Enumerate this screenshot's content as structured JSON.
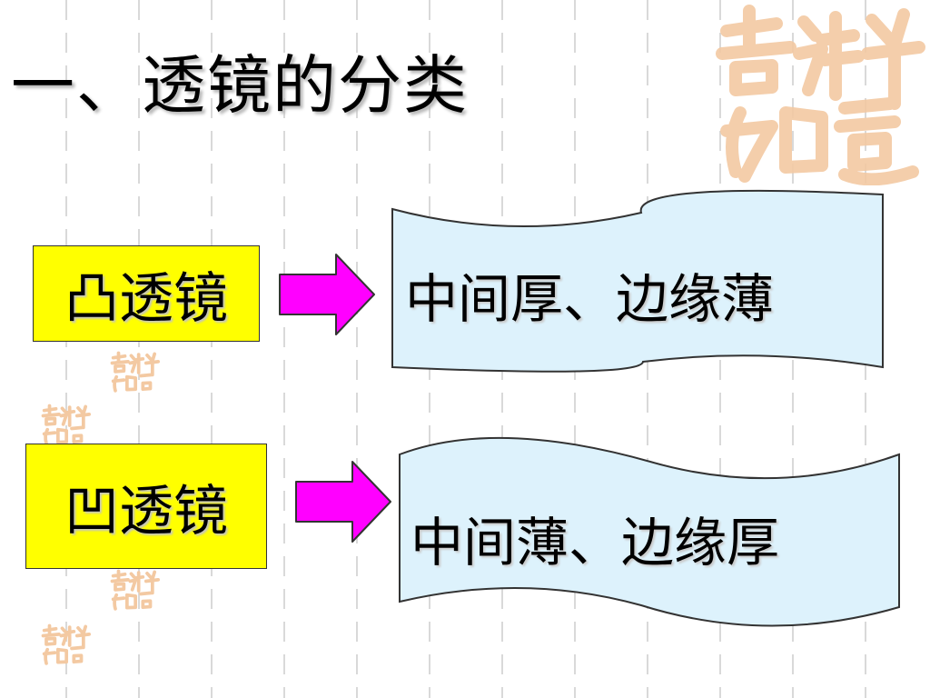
{
  "slide": {
    "title": "一、透镜的分类",
    "rows": [
      {
        "lens": "凸透镜",
        "description": "中间厚、边缘薄"
      },
      {
        "lens": "凹透镜",
        "description": "中间薄、边缘厚"
      }
    ]
  },
  "colors": {
    "lens_box_fill": "#ffff00",
    "arrow_fill": "#ff00ff",
    "banner_fill": "#ddf2fc",
    "seal_color": "#f3c9a2",
    "background_marks": "#d9d9d9"
  },
  "icons": {
    "arrow": "right-arrow-icon",
    "seal": "auspicious-seal-watermark",
    "banner": "wave-banner-shape"
  },
  "decorations": {
    "seal_text": "吉祥如意"
  }
}
